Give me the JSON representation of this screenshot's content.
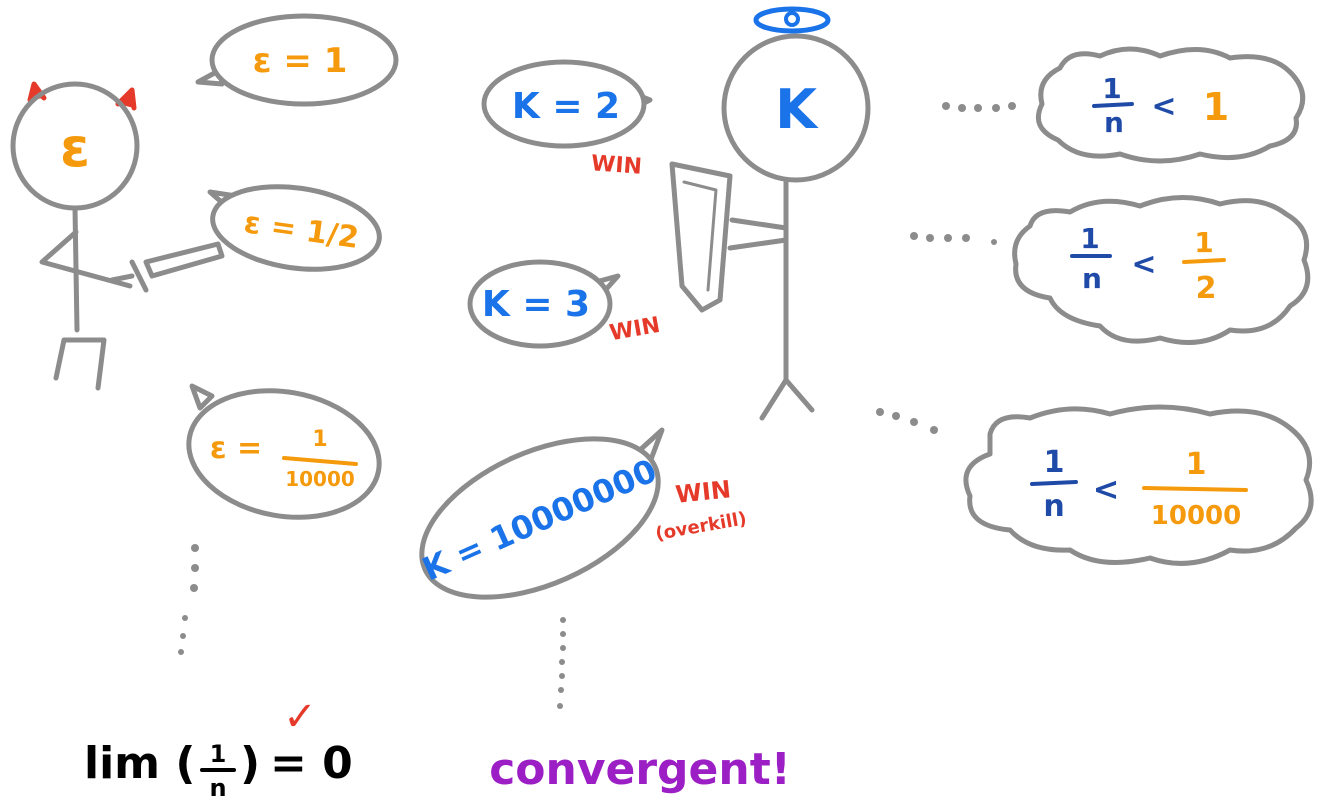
{
  "colors": {
    "epsilon": "#f59a0c",
    "k": "#1a73e8",
    "inequality_n": "#1f4aa8",
    "win": "#e53a2a",
    "horns": "#e53a2a",
    "halo": "#1a73e8",
    "conclusion": "#9b1fc4",
    "stroke": "#8c8c8c"
  },
  "epsilon_figure": {
    "head_label": "ε"
  },
  "k_figure": {
    "head_label": "K"
  },
  "epsilon_bubbles": [
    {
      "label": "ε = 1"
    },
    {
      "label": "ε = 1/2"
    },
    {
      "label": "ε =",
      "num": "1",
      "den": "10000"
    }
  ],
  "k_bubbles": [
    {
      "label": "K = 2",
      "result": "WIN"
    },
    {
      "label": "K = 3",
      "result": "WIN"
    },
    {
      "label": "K = 10000000",
      "result": "WIN",
      "note": "(overkill)"
    }
  ],
  "inequality_clouds": [
    {
      "lhs_num": "1",
      "lhs_den": "n",
      "op": "<",
      "rhs": "1"
    },
    {
      "lhs_num": "1",
      "lhs_den": "n",
      "op": "<",
      "rhs_num": "1",
      "rhs_den": "2"
    },
    {
      "lhs_num": "1",
      "lhs_den": "n",
      "op": "<",
      "rhs_num": "1",
      "rhs_den": "10000"
    }
  ],
  "conclusion": {
    "limit_prefix": "lim (",
    "limit_num": "1",
    "limit_den": "n",
    "limit_suffix": ")",
    "limit_result": "= 0",
    "check": "✓",
    "verdict": "convergent!"
  }
}
